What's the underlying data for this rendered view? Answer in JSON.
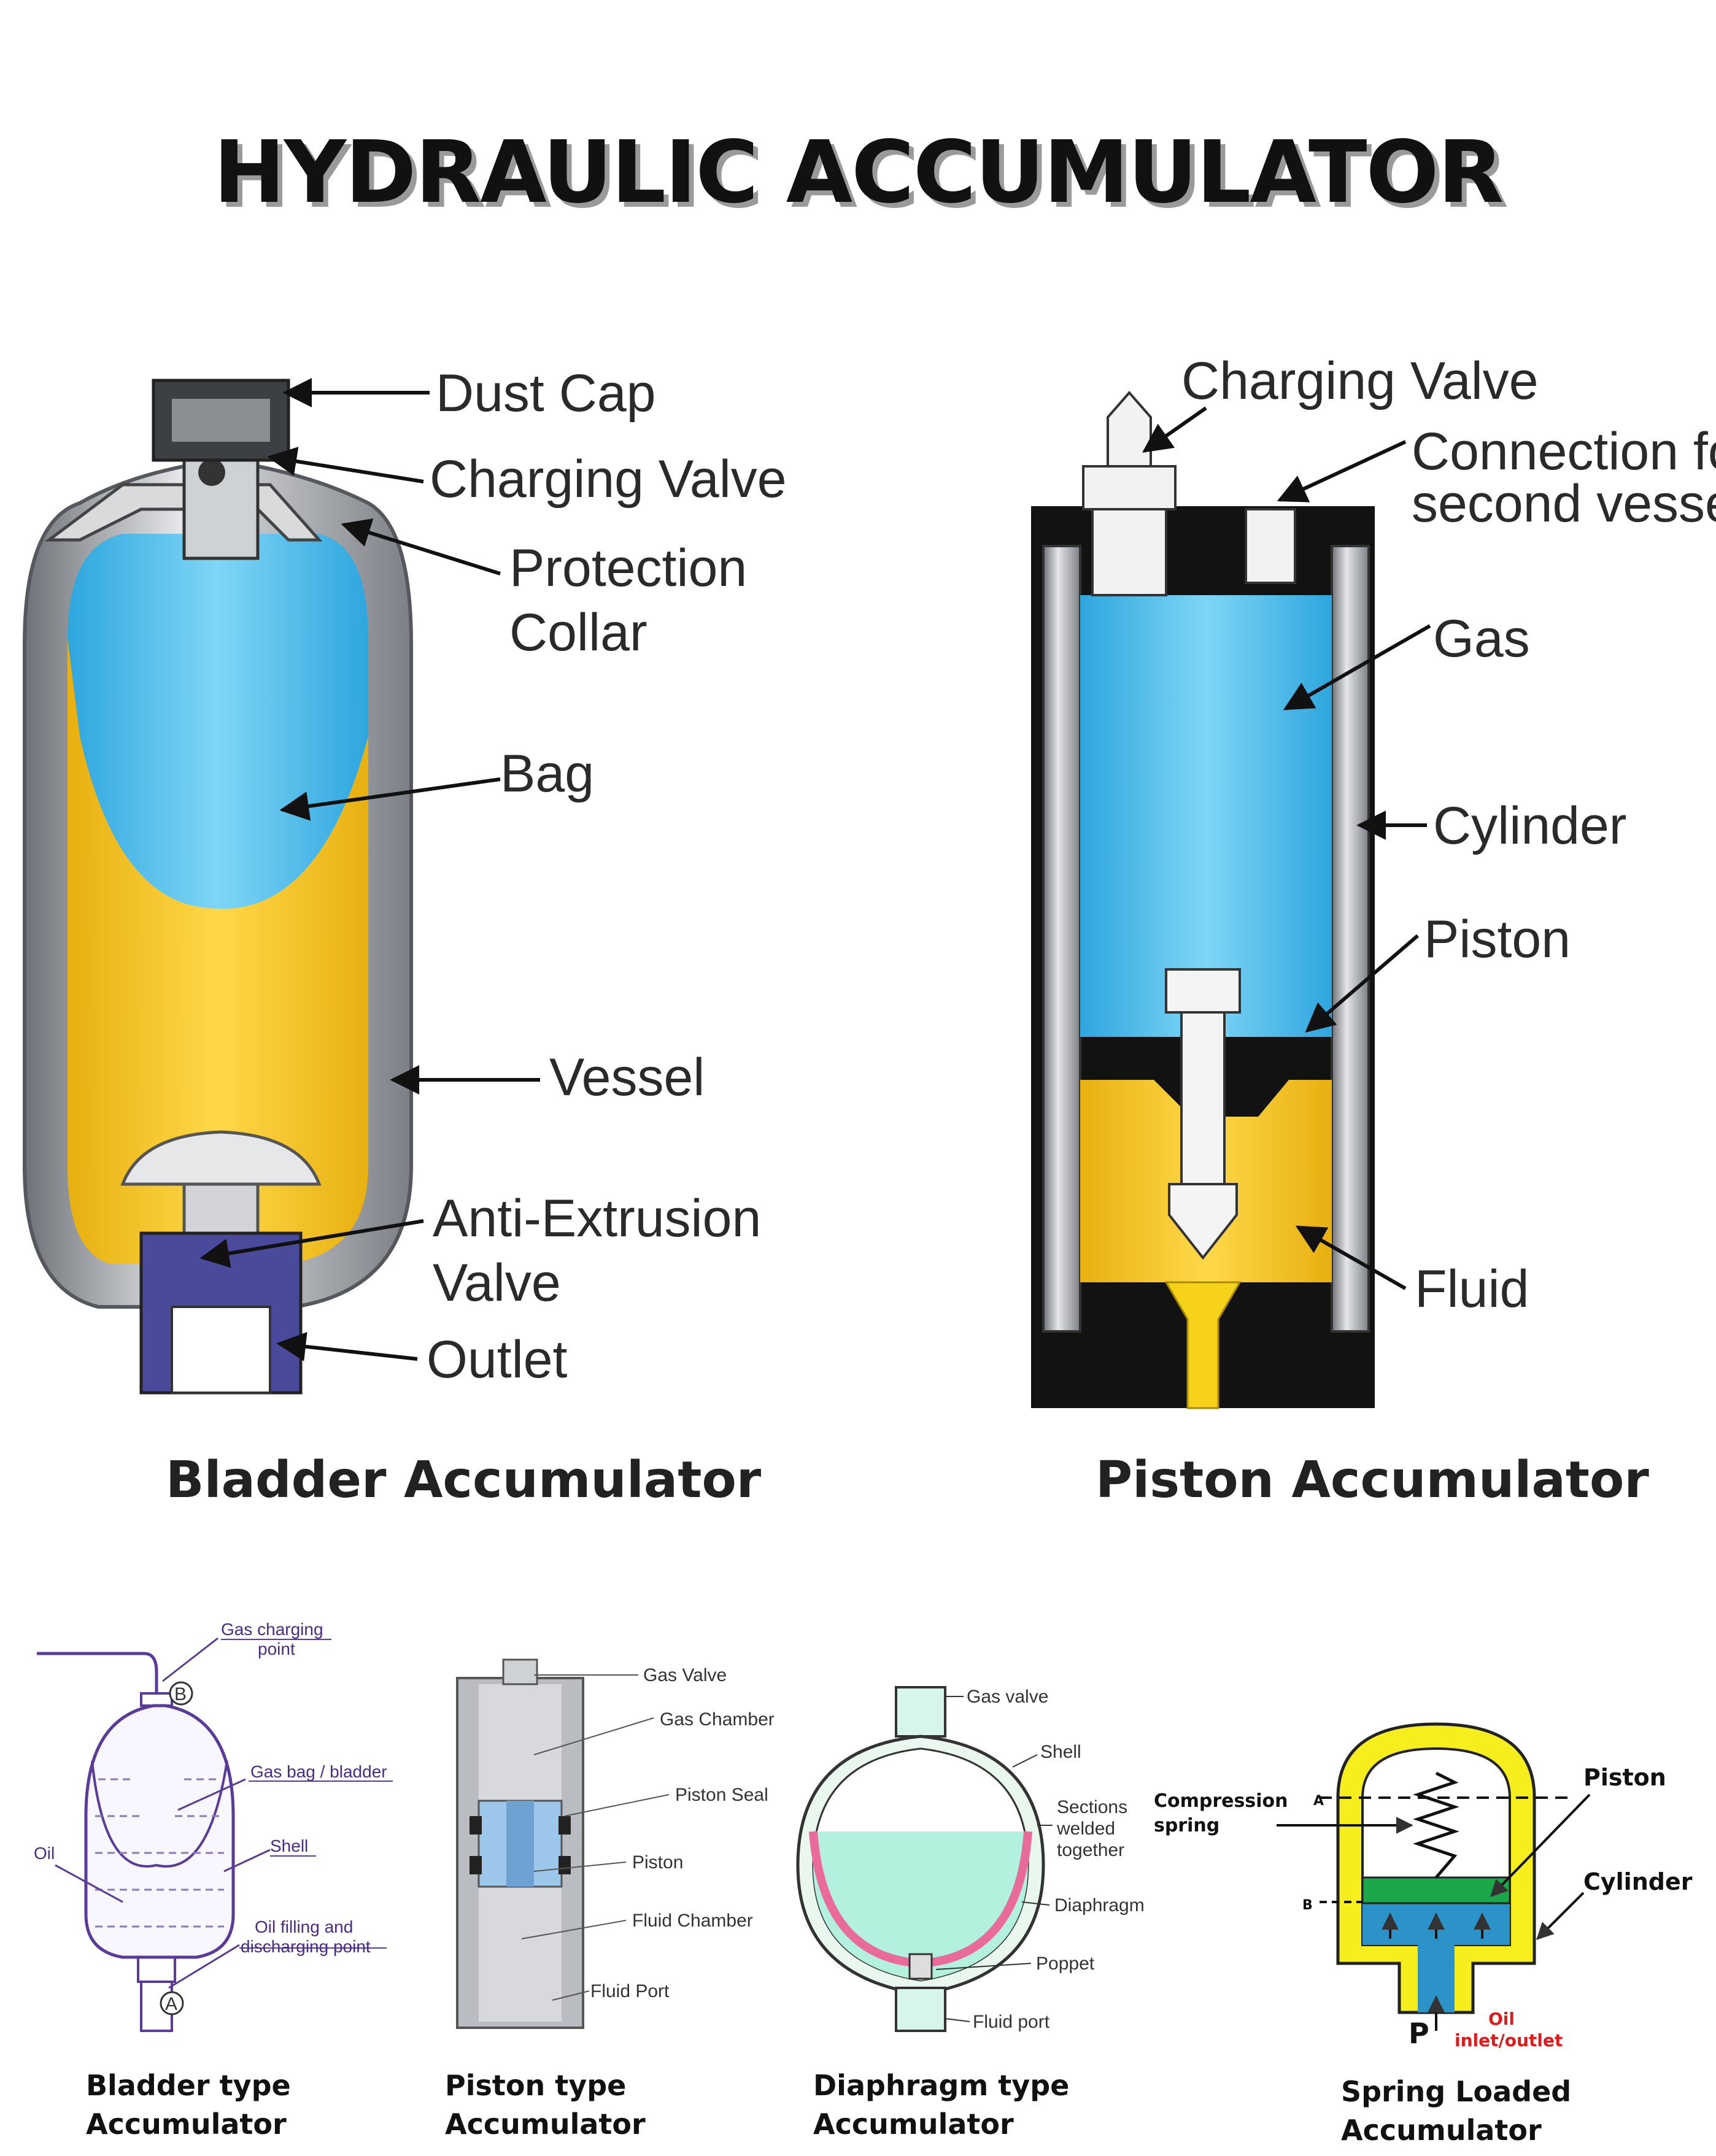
{
  "title": "HYDRAULIC ACCUMULATOR",
  "bladder_accumulator": {
    "caption": "Bladder Accumulator",
    "labels": {
      "dust_cap": "Dust Cap",
      "charging_valve": "Charging Valve",
      "protection_collar_1": "Protection",
      "protection_collar_2": "Collar",
      "bag": "Bag",
      "vessel": "Vessel",
      "anti_extrusion_1": "Anti-Extrusion",
      "anti_extrusion_2": "Valve",
      "outlet": "Outlet"
    }
  },
  "piston_accumulator": {
    "caption": "Piston Accumulator",
    "labels": {
      "charging_valve": "Charging Valve",
      "connection_1": "Connection for",
      "connection_2": "second vessel",
      "gas": "Gas",
      "cylinder": "Cylinder",
      "piston": "Piston",
      "fluid": "Fluid"
    }
  },
  "small_diagrams": {
    "bladder_type": {
      "caption_1": "Bladder type",
      "caption_2": "Accumulator",
      "gas_charging_1": "Gas charging",
      "gas_charging_2": "point",
      "gas_bag": "Gas bag / bladder",
      "shell": "Shell",
      "oil": "Oil",
      "oil_filling_1": "Oil filling and",
      "oil_filling_2": "discharging point",
      "mark_b": "B",
      "mark_a": "A"
    },
    "piston_type": {
      "caption_1": "Piston type",
      "caption_2": "Accumulator",
      "gas_valve": "Gas Valve",
      "gas_chamber": "Gas Chamber",
      "piston_seal": "Piston Seal",
      "piston": "Piston",
      "fluid_chamber": "Fluid Chamber",
      "fluid_port": "Fluid Port"
    },
    "diaphragm_type": {
      "caption_1": "Diaphragm type",
      "caption_2": "Accumulator",
      "gas_valve": "Gas valve",
      "shell": "Shell",
      "sections_1": "Sections",
      "sections_2": "welded",
      "sections_3": "together",
      "diaphragm": "Diaphragm",
      "poppet": "Poppet",
      "fluid_port": "Fluid port"
    },
    "spring_loaded": {
      "caption_1": "Spring Loaded",
      "caption_2": "Accumulator",
      "piston": "Piston",
      "cylinder": "Cylinder",
      "compression_1": "Compression",
      "compression_2": "spring",
      "mark_a": "A",
      "mark_b": "B",
      "p": "P",
      "oil_1": "Oil",
      "oil_2": "inlet/outlet"
    }
  },
  "colors": {
    "gas_blue": "#38b6ea",
    "fluid_yellow": "#f2c21b",
    "steel": "#a8acb2",
    "outlet_purple": "#4a4a9c",
    "spring_yellow": "#f7ee1d",
    "spring_green": "#1ca74a",
    "spring_oil_blue": "#2b93c8"
  }
}
